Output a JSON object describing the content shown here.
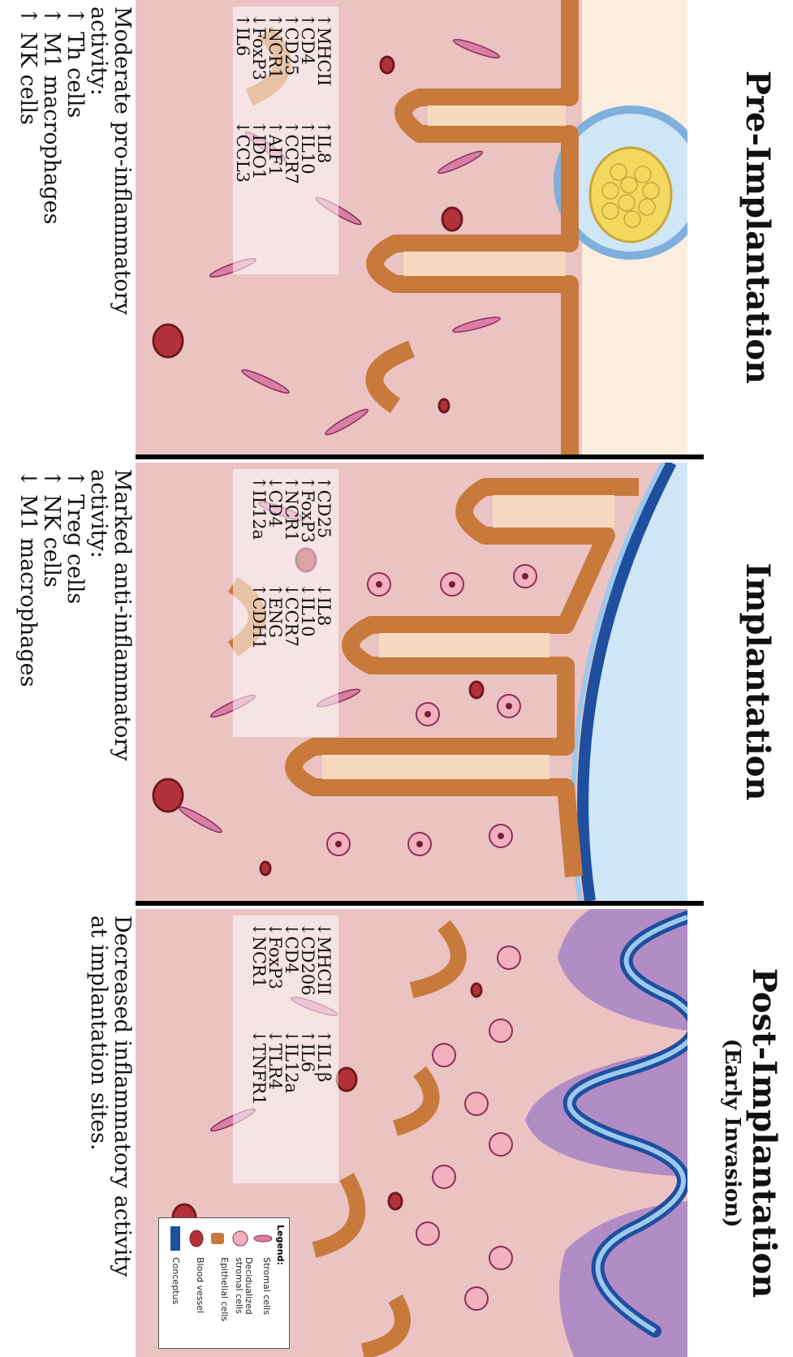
{
  "panels": [
    {
      "title": "Pre-Implantation",
      "subtitle": "",
      "markers_col1": [
        "↑MHCII",
        "↑CD4",
        "↑CD25",
        "↑NCR1",
        "↓FoxP3",
        "↑IL6",
        "↑IL8",
        "↑IL10",
        "↑CCR7",
        "↑AIF1",
        "↑IDO1",
        "↓CCL3"
      ],
      "markers_col2": [],
      "summary": [
        "Moderate pro-inflammatory",
        "activity:",
        "↑ Th cells",
        "↑ M1 macrophages",
        "↑ NK cells"
      ]
    },
    {
      "title": "Implantation",
      "subtitle": "",
      "markers_col1": [
        "↑CD25",
        "↑FoxP3",
        "↑NCR1",
        "↓CD4",
        "↑IL12a",
        "↓IL8",
        "↓IL10",
        "↓CCR7",
        "↑ENG",
        "↑CDH1"
      ],
      "markers_col2": [],
      "summary": [
        "Marked anti-inflammatory",
        "activity:",
        "↑ Treg cells",
        "↑ NK cells",
        "↓ M1 macrophages"
      ]
    },
    {
      "title": "Post-Implantation",
      "subtitle": "(Early Invasion)",
      "markers_col1": [
        "↓MHCII",
        "↓CD206",
        "↓CD4",
        "↓FoxP3",
        "↓NCR1",
        "↑IL1β",
        "↑IL6",
        "↓IL12a",
        "↓TLR4",
        "↓TNFR1"
      ],
      "markers_col2": [],
      "summary": [
        "Decreased inflammatory activity",
        "at implantation sites."
      ]
    }
  ],
  "legend": {
    "title": "Legend:",
    "items": [
      "Stromal cells",
      "Decidualized stromal cells",
      "Epithelial cells",
      "Blood vessel",
      "Conceptus"
    ]
  },
  "colors": {
    "stroma": "#f0c9c9",
    "epithelium": "#c87a3c",
    "lumen": "#f7d9bf",
    "conceptus": "#9cc9ec",
    "conceptus_dark": "#1f4f9e",
    "embryo": "#f3d860",
    "decidual": "#d7a2b7",
    "blood": "#b3323a",
    "invasion": "#a884c6"
  }
}
